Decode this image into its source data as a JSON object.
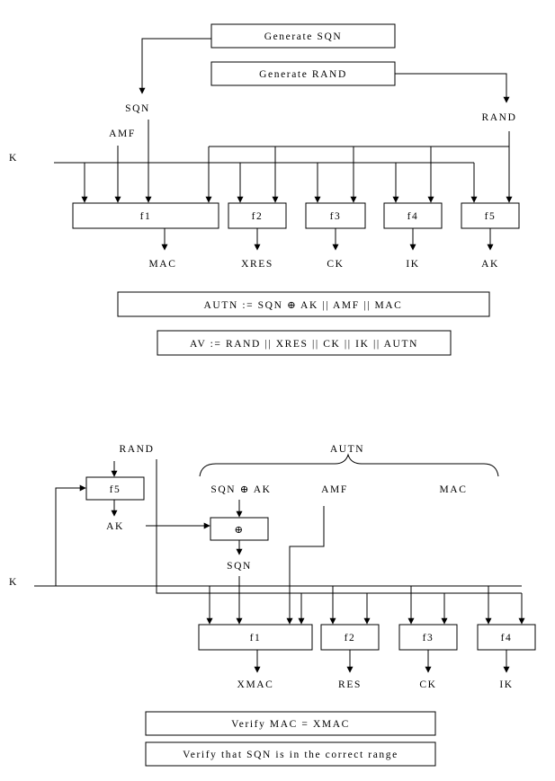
{
  "top": {
    "generate_sqn": "Generate SQN",
    "generate_rand": "Generate RAND",
    "sqn": "SQN",
    "amf": "AMF",
    "rand": "RAND",
    "k": "K",
    "functions": [
      "f1",
      "f2",
      "f3",
      "f4",
      "f5"
    ],
    "outputs": [
      "MAC",
      "XRES",
      "CK",
      "IK",
      "AK"
    ],
    "autn_formula": "AUTN := SQN ⊕ AK || AMF || MAC",
    "av_formula": "AV := RAND || XRES || CK || IK || AUTN"
  },
  "bottom": {
    "rand": "RAND",
    "autn": "AUTN",
    "sqn_xor_ak": "SQN ⊕ AK",
    "amf": "AMF",
    "mac": "MAC",
    "f5": "f5",
    "ak": "AK",
    "xor": "⊕",
    "sqn": "SQN",
    "k": "K",
    "functions": [
      "f1",
      "f2",
      "f3",
      "f4"
    ],
    "outputs": [
      "XMAC",
      "RES",
      "CK",
      "IK"
    ],
    "verify_mac": "Verify MAC = XMAC",
    "verify_sqn": "Verify that SQN is in the correct range"
  }
}
